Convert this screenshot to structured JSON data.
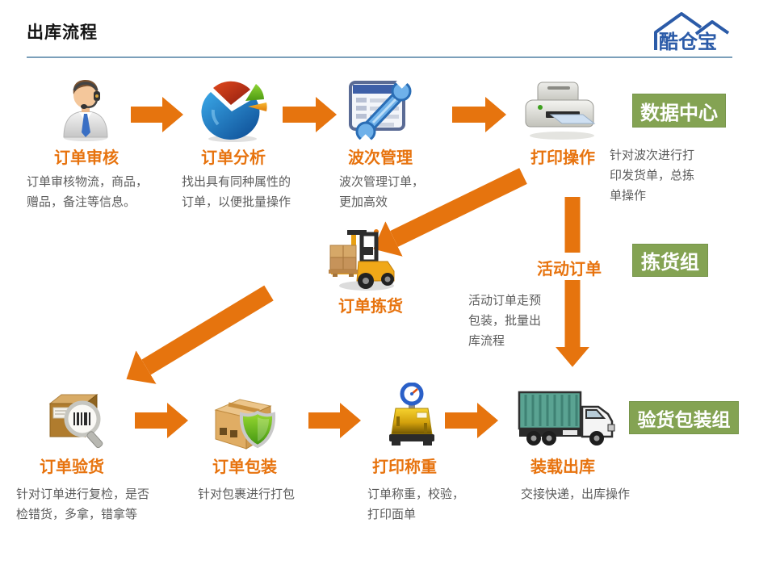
{
  "page": {
    "title": "出库流程",
    "logo": "酷仓宝"
  },
  "colors": {
    "accent_orange": "#E6740E",
    "label_orange": "#E7730E",
    "badge_green": "#84A353",
    "underline_blue": "#7B9FBA",
    "logo_blue": "#2B5BA8",
    "desc_gray": "#5C5C5C"
  },
  "steps": {
    "review": {
      "label": "订单审核",
      "desc": "订单审核物流，商品，赠品，备注等信息。",
      "icon": "support-agent-icon"
    },
    "analysis": {
      "label": "订单分析",
      "desc": "找出具有同种属性的订单，以便批量操作",
      "icon": "pie-chart-icon"
    },
    "wave": {
      "label": "波次管理",
      "desc": "波次管理订单，更加高效",
      "icon": "document-wrench-icon"
    },
    "print": {
      "label": "打印操作",
      "desc": "针对波次进行打印发货单，总拣单操作",
      "icon": "printer-icon"
    },
    "picking": {
      "label": "订单拣货",
      "icon": "forklift-icon"
    },
    "inspection": {
      "label": "订单验货",
      "desc": "针对订单进行复检，是否检错货，多拿，错拿等",
      "icon": "package-magnifier-icon"
    },
    "packing": {
      "label": "订单包装",
      "desc": "针对包裹进行打包",
      "icon": "package-shield-icon"
    },
    "weighing": {
      "label": "打印称重",
      "desc": "订单称重，校验，打印面单",
      "icon": "weighing-scale-icon"
    },
    "loading": {
      "label": "装载出库",
      "desc": "交接快递，出库操作",
      "icon": "container-truck-icon"
    }
  },
  "branch": {
    "label": "活动订单",
    "desc": "活动订单走预包装，批量出库流程"
  },
  "badges": {
    "data_center": "数据中心",
    "picking_group": "拣货组",
    "inspection_packing_group": "验货包装组"
  }
}
